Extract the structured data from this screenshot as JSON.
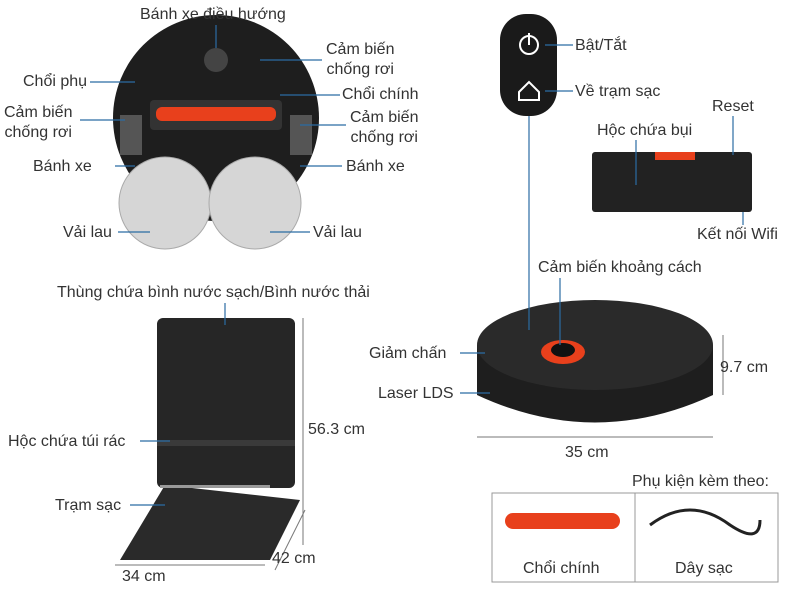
{
  "top_view": {
    "nav_wheel": "Bánh xe điều hướng",
    "cliff_sensor_top_right": [
      "Cảm biến",
      "chống rơi"
    ],
    "side_brush": "Chổi phụ",
    "cliff_sensor_left": [
      "Cảm biến",
      "chống rơi"
    ],
    "main_brush": "Chổi chính",
    "cliff_sensor_right": [
      "Cảm biến",
      "chống rơi"
    ],
    "wheel_left": "Bánh xe",
    "wheel_right": "Bánh xe",
    "mop_left": "Vải lau",
    "mop_right": "Vải lau"
  },
  "dock": {
    "tank": "Thùng chứa bình nước sạch/Bình nước thải",
    "bag": "Hộc chứa túi rác",
    "charger": "Trạm sạc",
    "height": "56.3 cm",
    "depth": "42 cm",
    "width": "34 cm"
  },
  "buttons": {
    "power": "Bật/Tắt",
    "home": "Về trạm sạc"
  },
  "panel": {
    "reset": "Reset",
    "dust_bin": "Hộc chứa bụi",
    "wifi": "Kết nối Wifi"
  },
  "robot": {
    "distance_sensor": "Cảm biến khoảng cách",
    "bumper": "Giảm chấn",
    "lds": "Laser LDS",
    "height": "9.7 cm",
    "diameter": "35 cm"
  },
  "accessories": {
    "title": "Phụ kiện kèm theo:",
    "items": [
      "Chổi chính",
      "Dây sạc"
    ]
  },
  "colors": {
    "accent": "#e8401c",
    "body": "#1e1e1e",
    "line": "#2b6ca3"
  }
}
